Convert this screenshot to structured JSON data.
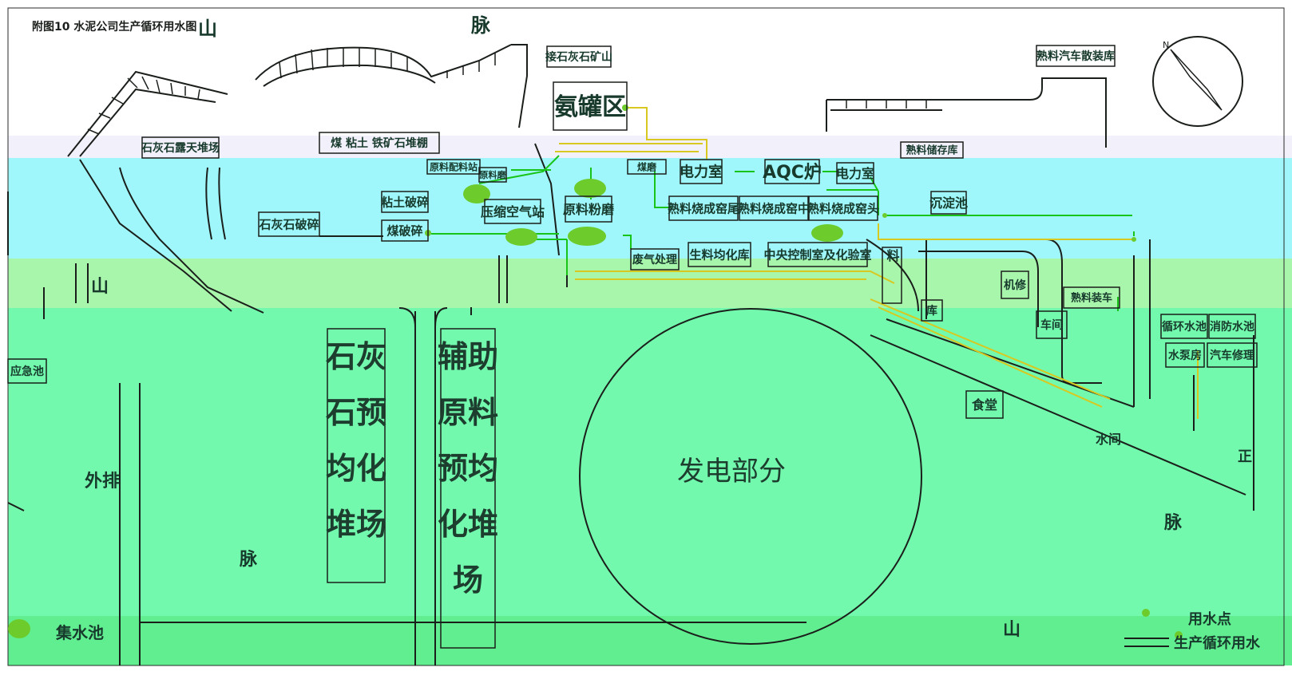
{
  "figure": {
    "caption": "附图10 水泥公司生产循环用水图",
    "colors": {
      "background": "#ffffff",
      "band_white": "#f2f0fa",
      "band_cyan": "#9ff7fb",
      "band_lightgreen": "#a8f5ac",
      "band_green": "#72f9ad",
      "bottom_strip": "#60ee90",
      "text_dark": "#173a2c",
      "line_dark": "#1b1f1b",
      "pipe_yellow": "#d8c820",
      "pipe_green": "#19c419",
      "node_green": "#6dcc2c"
    }
  },
  "labels": {
    "shan_top": "山",
    "mai_top": "脉",
    "limestone_mine": "接石灰石矿山",
    "ammonia_tank": "氨罐区",
    "clinker_truck_shed": "熟料汽车散装库",
    "limestone_yard": "石灰石露天堆场",
    "coal_clay_iron_shed": "煤 粘土 铁矿石堆棚",
    "clinker_storage": "熟料储存库",
    "raw_batching": "原料配料站",
    "raw_mill_small": "原料磨",
    "coal_mill": "煤磨",
    "power_room_1": "电力室",
    "aqc_boiler": "AQC炉",
    "power_room_2": "电力室",
    "clay_crush": "粘土破碎",
    "coal_crush": "煤破碎",
    "limestone_crush": "石灰石破碎",
    "compressed_air": "压缩空气站",
    "raw_mill": "原料粉磨",
    "kiln_tail": "熟料烧成窑尾",
    "kiln_mid": "熟料烧成窑中",
    "kiln_head": "熟料烧成窑头",
    "settling_tank": "沉淀池",
    "waste_gas": "废气处理",
    "raw_homog": "生料均化库",
    "central_control": "中央控制室及化验室",
    "material_1": "料",
    "material_2": "库",
    "repair": "机修",
    "shan_left": "山",
    "clinker_bulk": "熟料装车",
    "workshop": "车间",
    "circ_pool": "循环水池",
    "fire_pool": "消防水池",
    "pump_house": "水泵房",
    "vehicle_repair": "汽车修理",
    "emergency_pool": "应急池",
    "limestone_prehomog": [
      "石灰",
      "石预",
      "均化",
      "堆场"
    ],
    "aux_prehomog": [
      "辅助",
      "原料",
      "预均",
      "化堆",
      "场"
    ],
    "power_gen": "发电部分",
    "canteen": "食堂",
    "water_station": "水间",
    "right_edge": "正",
    "discharge": "外排",
    "mai_left": "脉",
    "mai_right": "脉",
    "collect_pool": "集水池",
    "shan_bottom": "山"
  },
  "legend": {
    "water_point": "用水点",
    "circulation": "生产循环用水"
  }
}
